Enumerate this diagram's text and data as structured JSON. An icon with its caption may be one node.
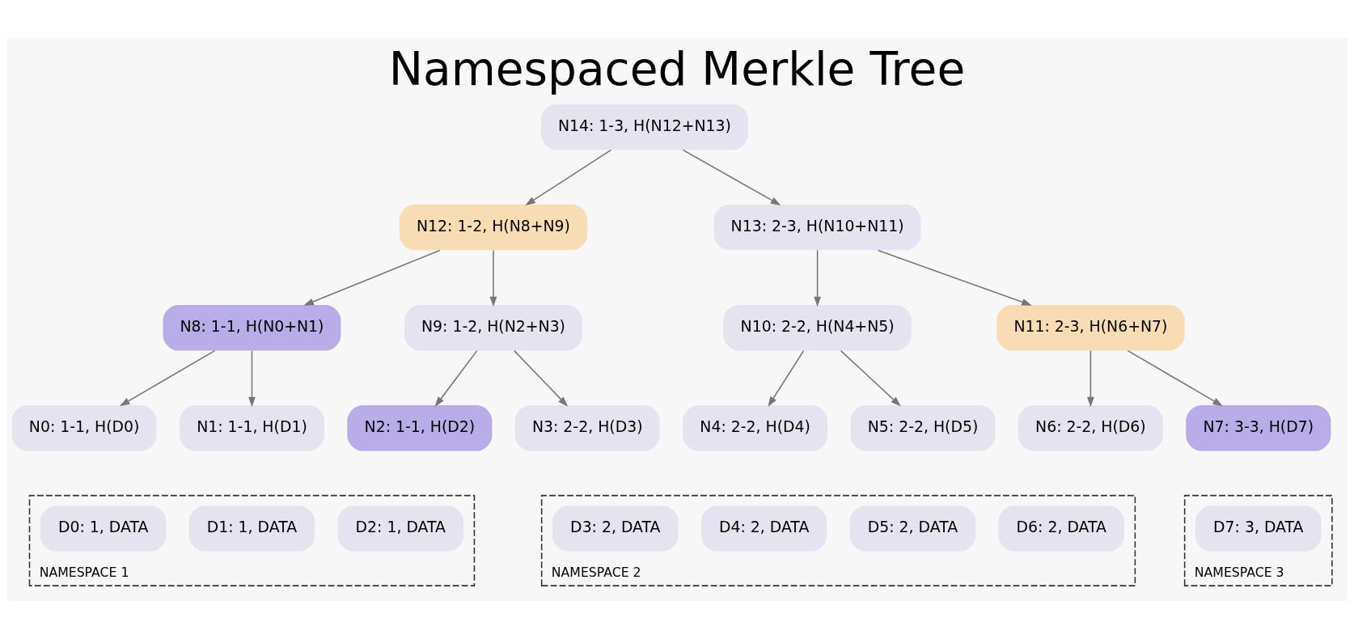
{
  "diagram": {
    "title": "Namespaced Merkle Tree",
    "nodes": [
      {
        "text": [
          "N14: 1-3, H(N12+N13)"
        ]
      },
      {
        "text": [
          "N12: 1-2, H(N8+N9)"
        ]
      },
      {
        "text": [
          "N13: 2-3, H(N10+N11)"
        ]
      },
      {
        "text": [
          "N8: 1-1, H(N0+N1)"
        ]
      },
      {
        "text": [
          "N9: 1-2, H(N2+N3)"
        ]
      },
      {
        "text": [
          "N10: 2-2, H(N4+N5)"
        ]
      },
      {
        "text": [
          "N11: 2-3, H(N6+N7)"
        ]
      },
      {
        "text": [
          "N0: 1-1, H(D0)"
        ]
      },
      {
        "text": [
          "N1: 1-1, H(D1)"
        ]
      },
      {
        "text": [
          "N2: 1-1, H(D2)"
        ]
      },
      {
        "text": [
          "N3: 2-2, H(D3)"
        ]
      },
      {
        "text": [
          "N4: 2-2, H(D4)"
        ]
      },
      {
        "text": [
          "N5: 2-2, H(D5)"
        ]
      },
      {
        "text": [
          "N6: 2-2, H(D6)"
        ]
      },
      {
        "text": [
          "N7: 3-3, H(D7)"
        ]
      },
      {
        "text": [
          "NAMESPACE 1"
        ]
      },
      {
        "text": [
          "D0: 1, DATA"
        ],
        "in": 15
      },
      {
        "text": [
          "D1: 1, DATA"
        ],
        "in": 15
      },
      {
        "text": [
          "D2: 1, DATA"
        ],
        "in": 15
      },
      {
        "text": [
          "NAMESPACE 2"
        ]
      },
      {
        "text": [
          "D3: 2, DATA"
        ],
        "in": 19
      },
      {
        "text": [
          "D4: 2, DATA"
        ],
        "in": 19
      },
      {
        "text": [
          "D5: 2, DATA"
        ],
        "in": 19
      },
      {
        "text": [
          "D6: 2, DATA"
        ],
        "in": 19
      },
      {
        "text": [
          "NAMESPACE 3"
        ]
      },
      {
        "text": [
          "D7: 3, DATA"
        ],
        "in": 24
      }
    ],
    "edges": [
      {
        "from": 0,
        "to": 1,
        "arrow": "to"
      },
      {
        "from": 0,
        "to": 2,
        "arrow": "to"
      },
      {
        "from": 1,
        "to": 3,
        "arrow": "to"
      },
      {
        "from": 1,
        "to": 4,
        "arrow": "to"
      },
      {
        "from": 2,
        "to": 5,
        "arrow": "to"
      },
      {
        "from": 2,
        "to": 6,
        "arrow": "to"
      },
      {
        "from": 3,
        "to": 7,
        "arrow": "to"
      },
      {
        "from": 3,
        "to": 8,
        "arrow": "to"
      },
      {
        "from": 4,
        "to": 9,
        "arrow": "to"
      },
      {
        "from": 4,
        "to": 10,
        "arrow": "to"
      },
      {
        "from": 5,
        "to": 11,
        "arrow": "to"
      },
      {
        "from": 5,
        "to": 12,
        "arrow": "to"
      },
      {
        "from": 6,
        "to": 13,
        "arrow": "to"
      },
      {
        "from": 6,
        "to": 14,
        "arrow": "to"
      }
    ]
  }
}
